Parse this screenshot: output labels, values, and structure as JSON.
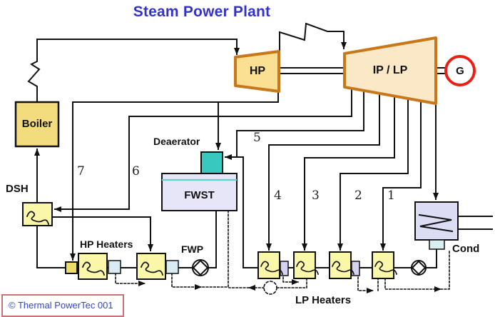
{
  "title": "Steam Power Plant",
  "components": {
    "boiler": "Boiler",
    "dsh": "DSH",
    "deaerator": "Deaerator",
    "fwst": "FWST",
    "fwp": "FWP",
    "hp_heaters": "HP Heaters",
    "lp_heaters": "LP Heaters",
    "condenser": "Cond",
    "hp_turbine": "HP",
    "ip_lp_turbine": "IP / LP",
    "generator": "G"
  },
  "extractions": {
    "n1": "1",
    "n2": "2",
    "n3": "3",
    "n4": "4",
    "n5": "5",
    "n6": "6",
    "n7": "7"
  },
  "footer": {
    "copyright": "© Thermal PowerTec 001"
  },
  "colors": {
    "title_blue": "#3333CC",
    "line_black": "#111111",
    "turbine_fill_hp": "#FBDF92",
    "turbine_fill_iplp": "#FAE8C6",
    "turbine_border": "#C9771B",
    "heater_yellow": "#FAF7A8",
    "heater_inlet_yellow": "#EDDC6A",
    "drain_cooler_blue": "#D9ECF4",
    "lp_interstage_lavender": "#D4D4EE",
    "fwst_fill": "#E6E6F8",
    "water_level_cyan": "#5FD3C8",
    "deaerator_teal": "#38C8C0",
    "condenser_fill": "#DCDCF4",
    "hotwell_fill": "#D8F0F2",
    "generator_ring_red": "#E92015",
    "copyright_border": "#CC7272"
  }
}
